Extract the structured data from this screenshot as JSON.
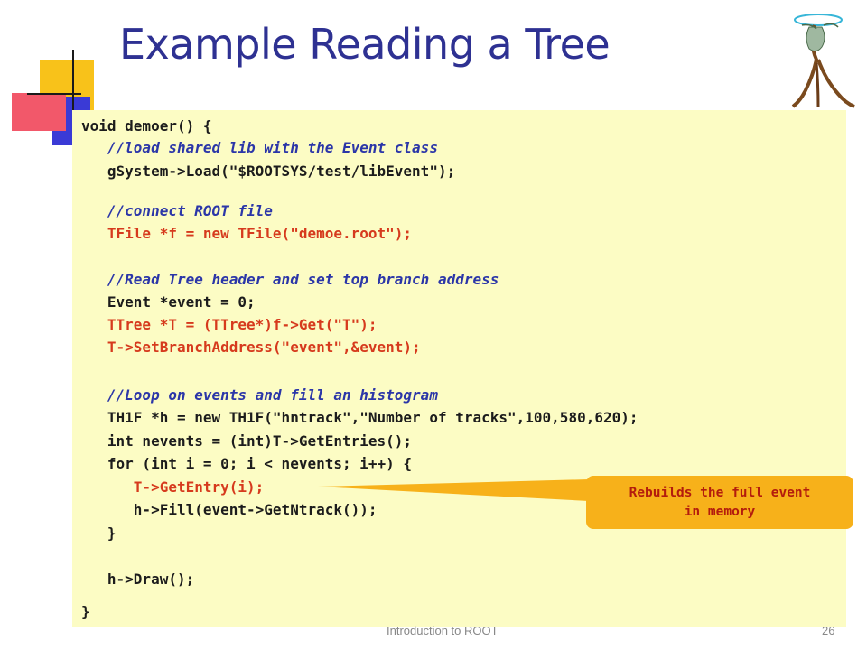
{
  "slide": {
    "title": "Example Reading a Tree",
    "footer": "Introduction to ROOT",
    "page_number": "26"
  },
  "code_lines": [
    {
      "text": "void demoer() {",
      "style": "plain"
    },
    {
      "text": "   //load shared lib with the Event class",
      "style": "comment"
    },
    {
      "text": "   gSystem->Load(\"$ROOTSYS/test/libEvent\");",
      "style": "plain"
    },
    {
      "text": "   //connect ROOT file",
      "style": "comment"
    },
    {
      "text": "   TFile *f = new TFile(\"demoe.root\");",
      "style": "red"
    },
    {
      "text": "   //Read Tree header and set top branch address",
      "style": "comment"
    },
    {
      "text": "   Event *event = 0;",
      "style": "plain"
    },
    {
      "text": "   TTree *T = (TTree*)f->Get(\"T\");",
      "style": "red"
    },
    {
      "text": "   T->SetBranchAddress(\"event\",&event);",
      "style": "red"
    },
    {
      "text": "   //Loop on events and fill an histogram",
      "style": "comment"
    },
    {
      "text": "   TH1F *h = new TH1F(\"hntrack\",\"Number of tracks\",100,580,620);",
      "style": "plain"
    },
    {
      "text": "   int nevents = (int)T->GetEntries();",
      "style": "plain"
    },
    {
      "text": "   for (int i = 0; i < nevents; i++) {",
      "style": "plain"
    },
    {
      "text": "      T->GetEntry(i);",
      "style": "red"
    },
    {
      "text": "      h->Fill(event->GetNtrack());",
      "style": "plain"
    },
    {
      "text": "   }",
      "style": "plain"
    },
    {
      "text": "   h->Draw();",
      "style": "plain"
    },
    {
      "text": "}",
      "style": "plain"
    }
  ],
  "callout": {
    "text": "Rebuilds the full event\nin memory"
  },
  "colors": {
    "title": "#2e3192",
    "code_background": "#fcfcc4",
    "comment": "#2b36a8",
    "highlight": "#d63a1d",
    "callout": "#f7b11a"
  }
}
